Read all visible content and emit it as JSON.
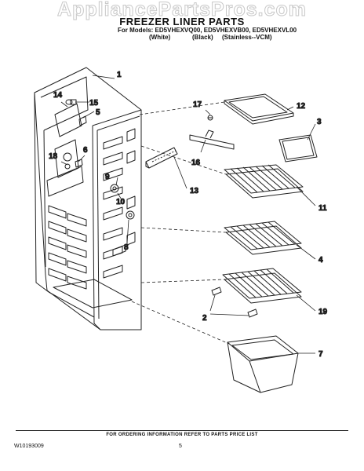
{
  "watermark": "AppliancePartsPros.com",
  "header": {
    "title": "FREEZER LINER PARTS",
    "models_line": "For Models: ED5VHEXVQ00, ED5VHEXVB00, ED5VHEXVL00",
    "variants": [
      "(White)",
      "(Black)",
      "(Stainless--VCM)"
    ]
  },
  "callouts": {
    "c1": "1",
    "c14": "14",
    "c15": "15",
    "c5": "5",
    "c18": "18",
    "c6": "6",
    "c9": "9",
    "c10": "10",
    "c8": "8",
    "c13": "13",
    "c17": "17",
    "c12": "12",
    "c3": "3",
    "c16": "16",
    "c11": "11",
    "c4": "4",
    "c2": "2",
    "c19": "19",
    "c7": "7"
  },
  "footer": {
    "ordering_note": "FOR ORDERING INFORMATION REFER TO PARTS PRICE LIST",
    "doc_number": "W10193009",
    "page_number": "5"
  }
}
